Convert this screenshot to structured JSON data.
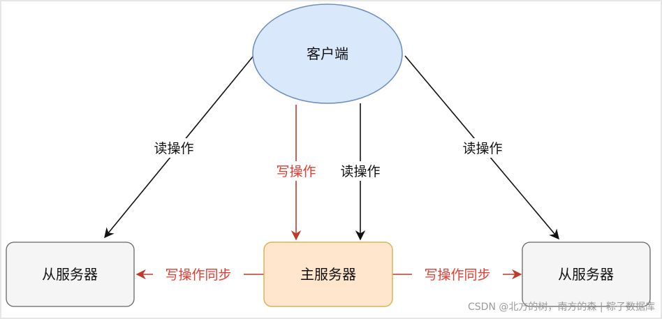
{
  "nodes": {
    "client": "客户端",
    "master": "主服务器",
    "slave_left": "从服务器",
    "slave_right": "从服务器"
  },
  "edges": {
    "client_to_left": "读操作",
    "client_to_right": "读操作",
    "client_to_master_write": "写操作",
    "client_to_master_read": "读操作",
    "sync_left": "写操作同步",
    "sync_right": "写操作同步"
  },
  "watermark": "CSDN @北方的树，南方的森 | 粽子数据库",
  "colors": {
    "client_fill": "#dae8fc",
    "client_stroke": "#6c8ebf",
    "master_fill": "#ffe6cc",
    "master_stroke": "#d6b656",
    "slave_fill": "#f5f5f5",
    "slave_stroke": "#666666",
    "read_edge": "#111111",
    "write_edge": "#c0392b",
    "write_label": "#e03c31"
  }
}
